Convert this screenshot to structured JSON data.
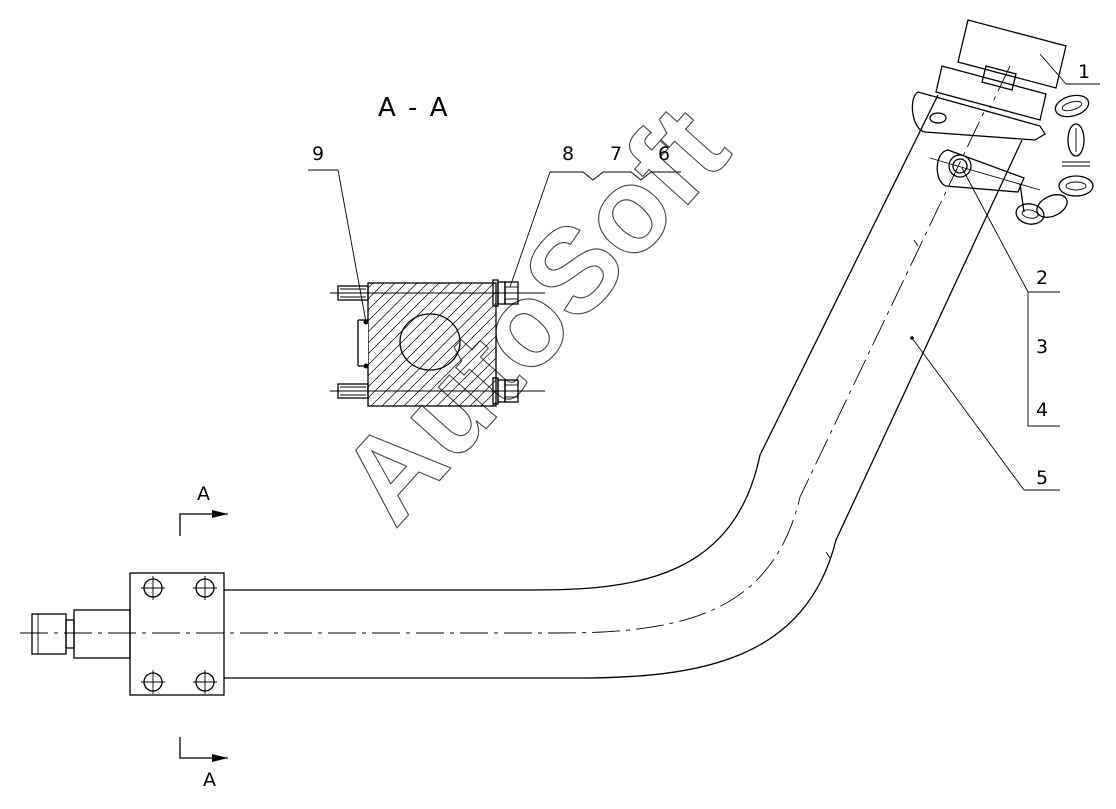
{
  "section_title": "A - A",
  "section_mark_top": "A",
  "section_mark_bottom": "A",
  "callouts": {
    "c1": "1",
    "c2": "2",
    "c3": "3",
    "c4": "4",
    "c5": "5",
    "c6": "6",
    "c7": "7",
    "c8": "8",
    "c9": "9"
  },
  "watermark": "AutoSoft"
}
